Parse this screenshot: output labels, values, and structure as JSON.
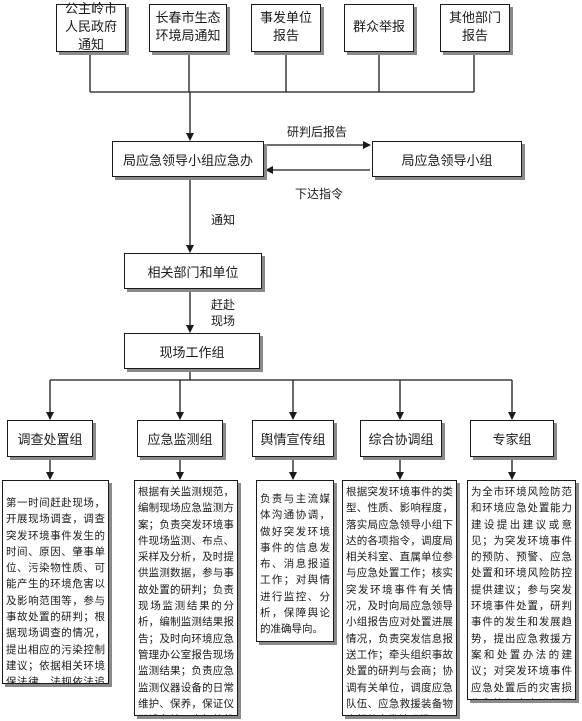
{
  "sources": [
    "公主岭市人民政府通知",
    "长春市生态环境局通知",
    "事发单位报告",
    "群众举报",
    "其他部门报告"
  ],
  "office": "局应急领导小组应急办",
  "leadership": "局应急领导小组",
  "report_label": "研判后报告",
  "command_label": "下达指令",
  "notify_label": "通知",
  "departments": "相关部门和单位",
  "rush_label": "赶赴现场",
  "field_group": "现场工作组",
  "groups": [
    {
      "name": "调查处置组",
      "duties": "第一时间赶赴现场，开展现场调查，调查突发环境事件发生的时间、原因、肇事单位、污染物性质、可能产生的环境危害以及影响范围等，参与事故处置的研判；根据现场调查的情况，提出相应的污染控制建议；依据相关环境保法律、法规依法追究有关肇事单位或个人的行政责任。"
    },
    {
      "name": "应急监测组",
      "duties": "根据有关监测规范，编制现场应急监测方案；负责突发环境事件现场监测、布点、采样及分析，及时提供监测数据，参与事故处置的研判；负责现场监测结果的分析，编制监测结果报告；及时向环境应急管理办公室报告现场监测结果；负责应急监测仪器设备的日常维护、保养，保证仪器设备处于良好的状态"
    },
    {
      "name": "舆情宣传组",
      "duties": "负责与主流媒体沟通协调，做好突发环境事件的信息发布、消息报道工作；对舆情进行监控、分析，保障舆论的准确导向。"
    },
    {
      "name": "综合协调组",
      "duties": "根据突发环境事件的类型、性质、影响程度，落实局应急领导小组下达的各项指令，调度局相关科室、直属单位参与应急处置工作；核实突发环境事件有关情况，及时向局应急领导小组报告应对处置进展情况，负责突发信息报送工作；牵头组织事故处置的研判与会商；协调有关单位，调度应急队伍、应急救援装备物资赶赴事发地现场"
    },
    {
      "name": "专家组",
      "duties": "为全市环境风险防范和环境应急处置能力建设提出建议或意见；为突发环境事件的预防、预警、应急处置和环境风险防控提供建议；参与突发环境事件处置，研判事件的发生和发展趋势，提出应急救援方案和处置办法的建议；对突发环境事件应急处置后的灾害损失和恢复方案进行研究评估，提出生态恢复的建议"
    }
  ]
}
